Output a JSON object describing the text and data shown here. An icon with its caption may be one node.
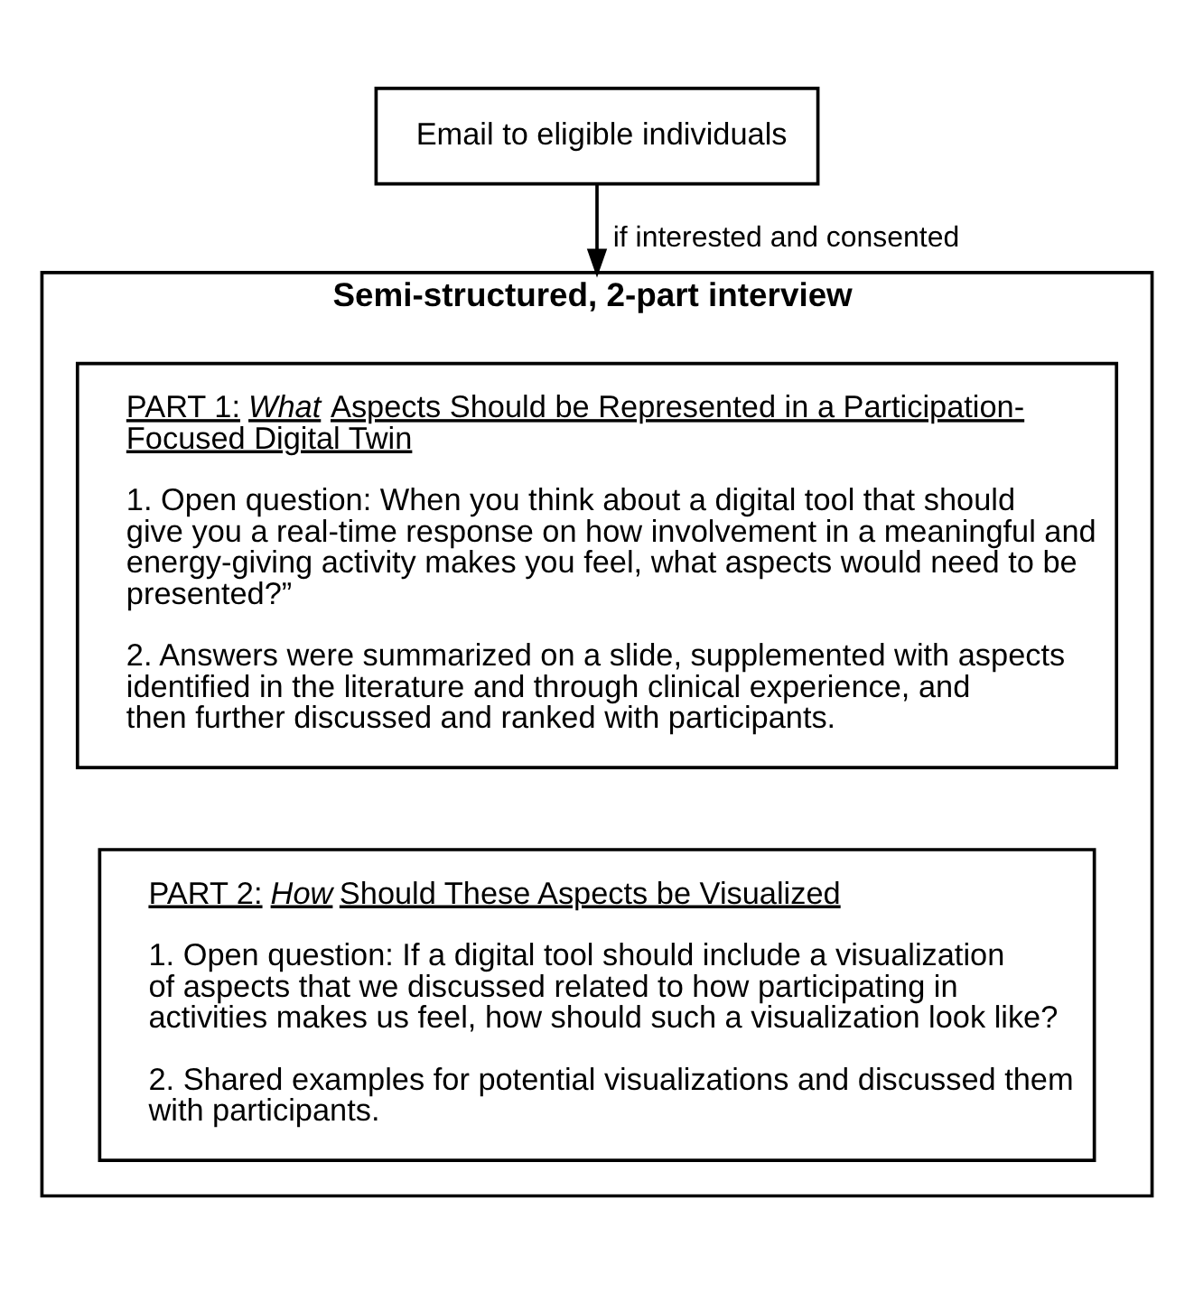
{
  "diagram": {
    "nodes": [
      {
        "text": [
          "Email to eligible individuals"
        ]
      },
      {
        "text": [
          "Semi-structured, 2-part interview"
        ]
      },
      {
        "text": [
          "PART 1: *What* Aspects Should be Represented in a Participation-Focused Digital Twin",
          "1. Open question: When you think about a digital tool that should give you a real-time response on how involvement in a meaningful and energy-giving activity makes you feel, what aspects would need to be presented?”",
          "2. Answers were summarized on a slide, supplemented with aspects identified in the literature and through clinical experience, and then further discussed and ranked with participants."
        ],
        "in": 1
      },
      {
        "text": [
          "PART 2: *How* Should These Aspects be Visualized",
          "1. Open question: If a digital tool should include a visualization of aspects that we discussed related to how participating in activities makes us feel, how should such a visualization look like?",
          "2. Shared examples for potential visualizations and discussed them with participants."
        ],
        "in": 1
      }
    ],
    "edges": [
      {
        "from": 0,
        "to": 1,
        "arrow": "to",
        "label": "if interested and consented"
      }
    ]
  }
}
